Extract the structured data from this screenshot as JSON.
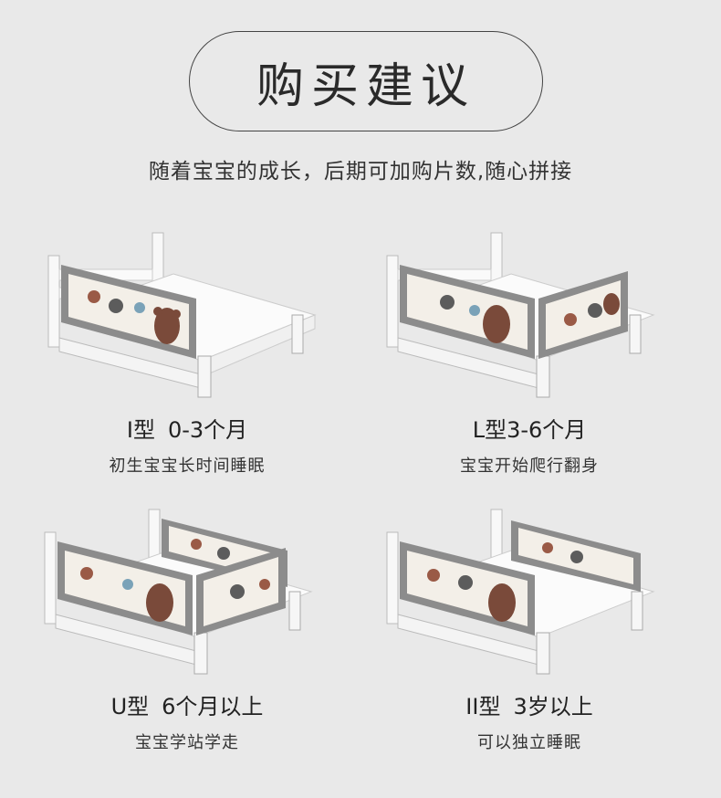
{
  "header": {
    "title": "购买建议",
    "subtitle": "随着宝宝的成长，后期可加购片数,随心拼接"
  },
  "options": [
    {
      "type": "I型",
      "age": "0-3个月",
      "desc": "初生宝宝长时间睡眠"
    },
    {
      "type": "L型",
      "age": "3-6个月",
      "desc": "宝宝开始爬行翻身"
    },
    {
      "type": "U型",
      "age": "6个月以上",
      "desc": "宝宝学站学走"
    },
    {
      "type": "II型",
      "age": "3岁以上",
      "desc": "可以独立睡眠"
    }
  ],
  "colors": {
    "background": "#e9e9e9",
    "rail_frame": "#8c8c8c",
    "rail_panel": "#f3efe8",
    "bed_wood": "#f7f7f7",
    "bear": "#7a4a3a"
  }
}
